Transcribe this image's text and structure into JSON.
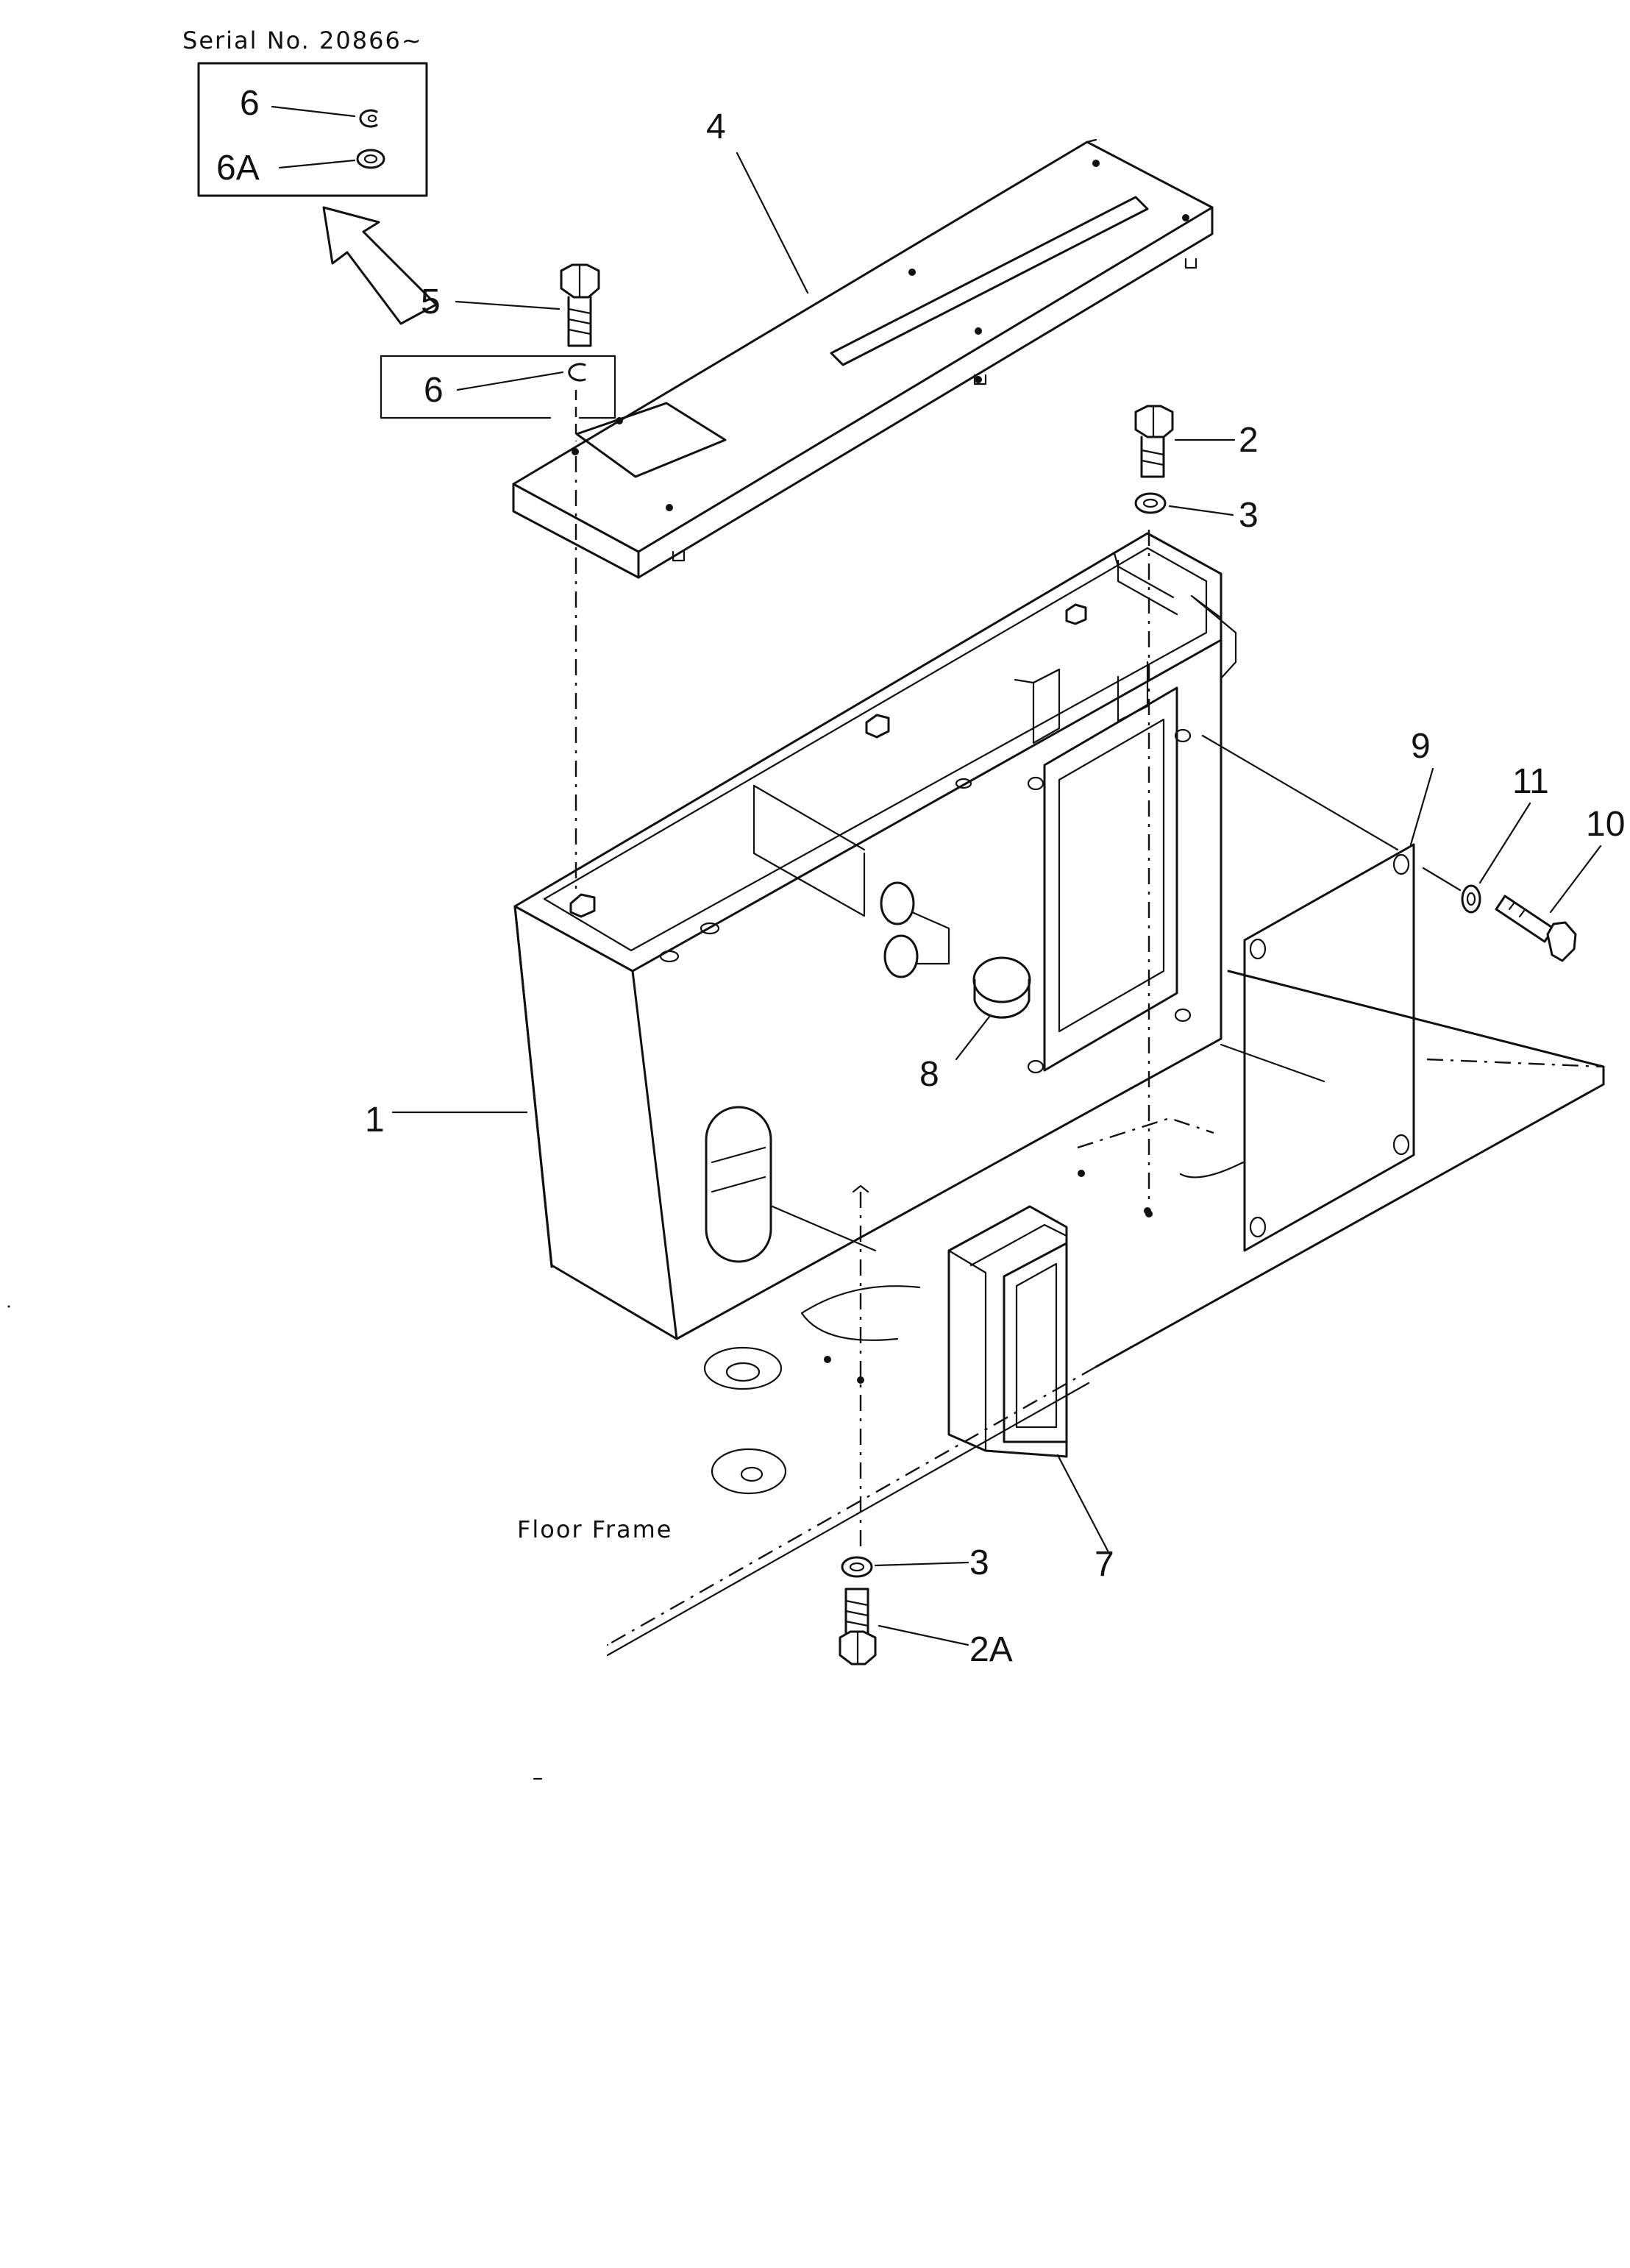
{
  "header": {
    "serial_note": "Serial No. 20866~"
  },
  "callouts": {
    "part_1": "1",
    "part_2": "2",
    "part_2a": "2A",
    "part_3_top": "3",
    "part_3_bottom": "3",
    "part_4": "4",
    "part_5": "5",
    "part_6_inset": "6",
    "part_6a_inset": "6A",
    "part_6_box": "6",
    "part_7": "7",
    "part_8": "8",
    "part_9": "9",
    "part_10": "10",
    "part_11": "11"
  },
  "annotations": {
    "floor_frame": "Floor Frame"
  }
}
